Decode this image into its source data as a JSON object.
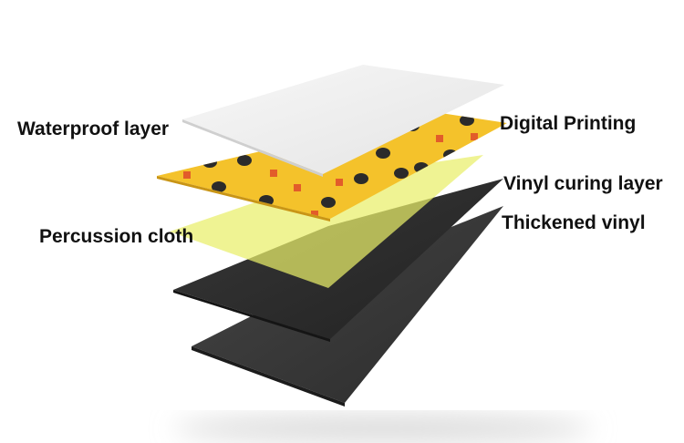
{
  "labels": {
    "waterproof": "Waterproof layer",
    "digital_printing": "Digital Printing",
    "vinyl_curing": "Vinyl curing layer",
    "thickened_vinyl": "Thickened vinyl",
    "percussion_cloth": "Percussion cloth"
  },
  "colors": {
    "waterproof_layer": "#eeeeee",
    "digital_printing_layer": "#f4c22b",
    "percussion_cloth_layer": "#eef28a",
    "vinyl_curing_layer": "#2e2e2e",
    "thickened_vinyl_layer": "#3a3a3a",
    "print_dot": "#2b2b2b",
    "print_accent": "#e25c2a"
  }
}
